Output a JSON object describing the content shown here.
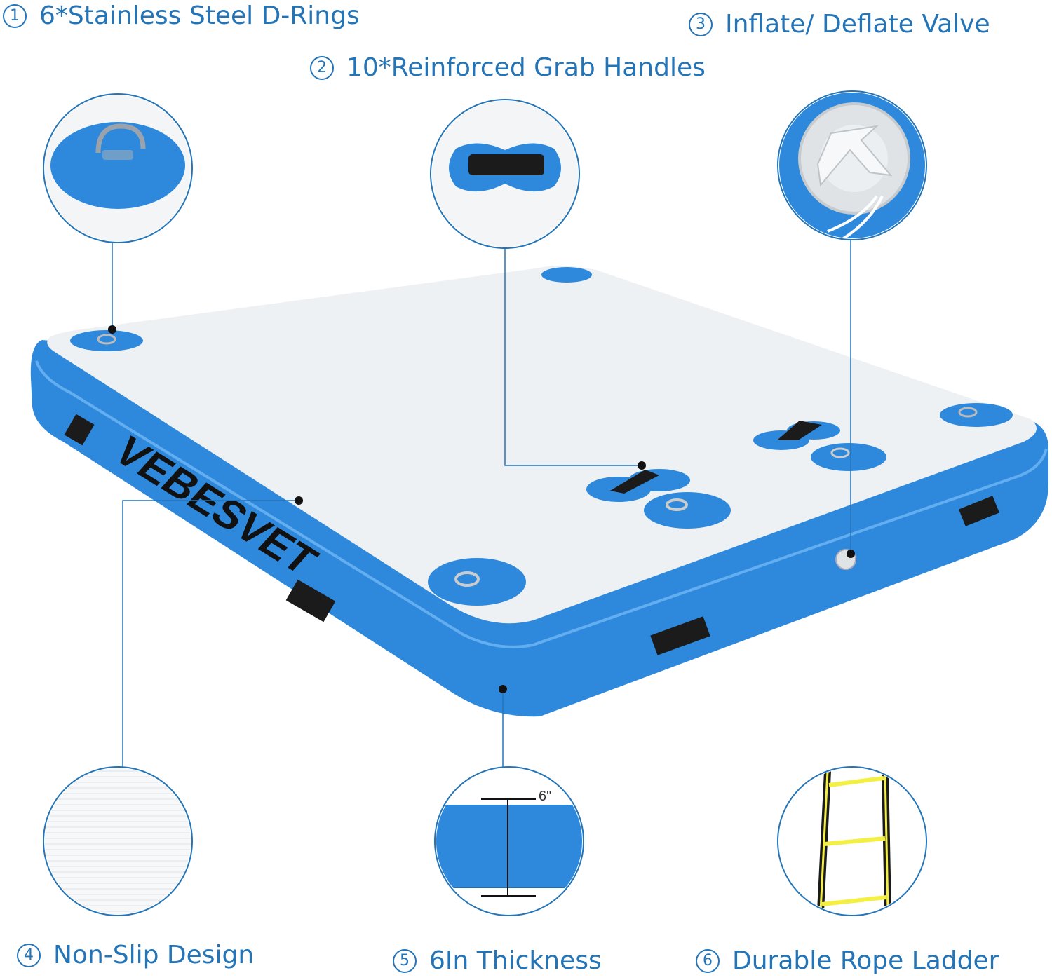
{
  "features": [
    {
      "number": "1",
      "text": "6*Stainless Steel D-Rings"
    },
    {
      "number": "2",
      "text": "10*Reinforced Grab Handles"
    },
    {
      "number": "3",
      "text": "Inflate/ Deflate Valve"
    },
    {
      "number": "4",
      "text": "Non-Slip Design"
    },
    {
      "number": "5",
      "text": "6In Thickness"
    },
    {
      "number": "6",
      "text": "Durable Rope Ladder"
    }
  ],
  "brand": "VEBESVET",
  "thickness_mark": "6\"",
  "colors": {
    "accent": "#2474b8",
    "pvc_blue": "#2e89dc",
    "deck": "#eef1f4",
    "strap": "#1b1b1b",
    "ladder_yellow": "#f4f043"
  }
}
